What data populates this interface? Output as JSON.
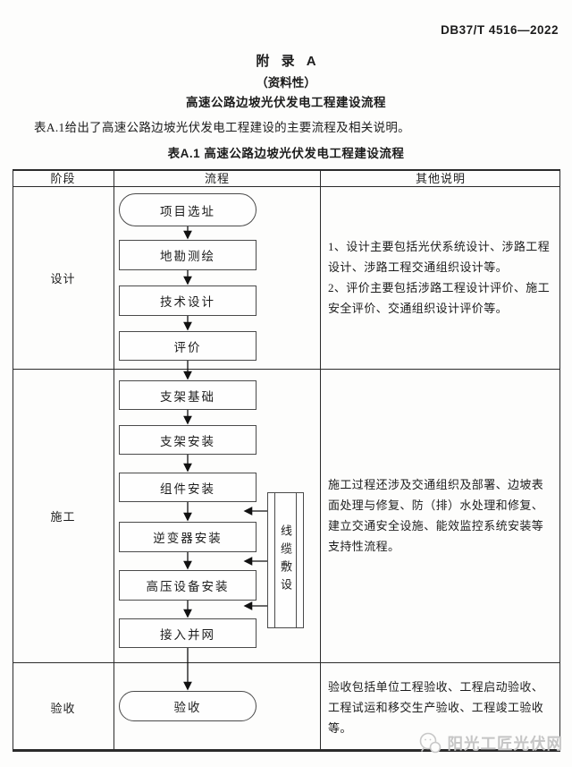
{
  "page": {
    "doc_number": "DB37/T 4516—2022",
    "appendix": {
      "title": "附 录 A",
      "subtitle": "（资料性）",
      "heading": "高速公路边坡光伏发电工程建设流程"
    },
    "intro": "表A.1给出了高速公路边坡光伏发电工程建设的主要流程及相关说明。",
    "table_caption": "表A.1 高速公路边坡光伏发电工程建设流程"
  },
  "table": {
    "headers": [
      "阶段",
      "流程",
      "其他说明"
    ],
    "rows": [
      {
        "stage": "设计",
        "notes": "1、设计主要包括光伏系统设计、涉路工程设计、涉路工程交通组织设计等。\n2、评价主要包括涉路工程设计评价、施工安全评价、交通组织设计评价等。"
      },
      {
        "stage": "施工",
        "notes": "施工过程还涉及交通组织及部署、边坡表面处理与修复、防（排）水处理和修复、建立交通安全设施、能效监控系统安装等支持性流程。"
      },
      {
        "stage": "验收",
        "notes": "验收包括单位工程验收、工程启动验收、工程试运和移交生产验收、工程竣工验收等。"
      }
    ]
  },
  "flowchart": {
    "nodes": [
      {
        "label": "项目选址",
        "shape": "stadium"
      },
      {
        "label": "地勘测绘",
        "shape": "process"
      },
      {
        "label": "技术设计",
        "shape": "process"
      },
      {
        "label": "评价",
        "shape": "process"
      },
      {
        "label": "支架基础",
        "shape": "process"
      },
      {
        "label": "支架安装",
        "shape": "process"
      },
      {
        "label": "组件安装",
        "shape": "process"
      },
      {
        "label": "逆变器安装",
        "shape": "process"
      },
      {
        "label": "高压设备安装",
        "shape": "process"
      },
      {
        "label": "接入并网",
        "shape": "process"
      },
      {
        "label": "验收",
        "shape": "stadium"
      }
    ],
    "side_box": {
      "label": "线缆敷设",
      "shape": "predefined-process"
    }
  },
  "watermark": {
    "text": "阳光工匠光伏网"
  },
  "colors": {
    "border": "#2b2b2b",
    "node_border": "#4a4a4a",
    "text": "#1c1c1c",
    "watermark": "#c5c5c5",
    "page_bg": "#fdfdfc"
  }
}
